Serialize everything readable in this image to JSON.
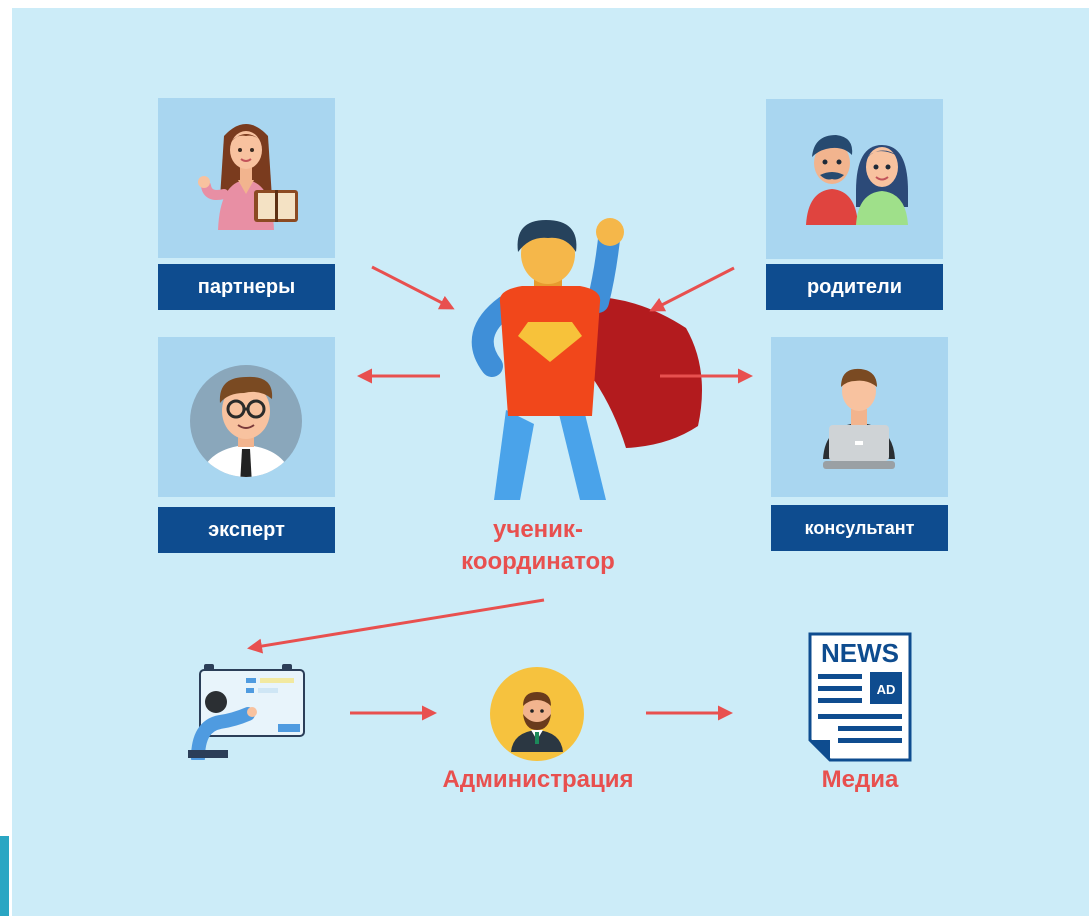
{
  "nodes": {
    "partners": {
      "label": "партнеры"
    },
    "parents": {
      "label": "родители"
    },
    "expert": {
      "label": "эксперт"
    },
    "consultant": {
      "label": "консультант"
    },
    "center": {
      "label_line1": "ученик-",
      "label_line2": "координатор"
    },
    "administration": {
      "label": "Администрация"
    },
    "media": {
      "label": "Медиа",
      "newspaper_title": "NEWS",
      "newspaper_badge": "AD"
    }
  },
  "colors": {
    "background": "#ccecf8",
    "tile": "#a9d6f0",
    "label_box": "#0e4c8f",
    "arrow": "#e8504f",
    "accent_text": "#e8504f"
  },
  "icons": {
    "partners": "teacher-with-book-icon",
    "parents": "parents-couple-icon",
    "expert": "man-with-glasses-avatar-icon",
    "consultant": "person-at-laptop-icon",
    "center": "superhero-icon",
    "presentation": "presenter-at-whiteboard-icon",
    "administration": "bearded-manager-icon",
    "media": "newspaper-icon"
  }
}
